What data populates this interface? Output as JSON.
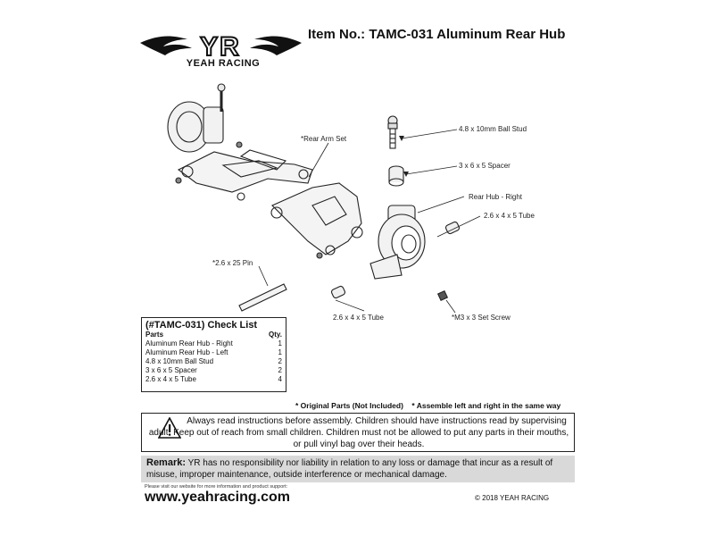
{
  "brand": {
    "logo_letters": "YR",
    "logo_text": "YEAH RACING"
  },
  "title": "Item No.: TAMC-031 Aluminum Rear Hub",
  "callouts": {
    "ball_stud": "4.8 x 10mm Ball Stud",
    "spacer": "3 x 6 x 5 Spacer",
    "rear_hub_right": "Rear Hub - Right",
    "tube_top": "2.6 x 4 x 5 Tube",
    "rear_arm_set": "*Rear Arm Set",
    "pin": "*2.6 x 25 Pin",
    "tube_bottom": "2.6 x 4 x 5 Tube",
    "set_screw": "*M3 x 3 Set Screw"
  },
  "checklist": {
    "title": "(#TAMC-031) Check List",
    "col_parts": "Parts",
    "col_qty": "Qty.",
    "rows": [
      {
        "part": "Aluminum Rear Hub - Right",
        "qty": "1"
      },
      {
        "part": "Aluminum Rear Hub - Left",
        "qty": "1"
      },
      {
        "part": "4.8  x 10mm Ball Stud",
        "qty": "2"
      },
      {
        "part": "3 x 6 x 5 Spacer",
        "qty": "2"
      },
      {
        "part": "2.6 x 4 x 5 Tube",
        "qty": "4"
      }
    ]
  },
  "notes": {
    "original_parts": "* Original Parts (Not Included)",
    "assemble": "* Assemble left and right in the same way"
  },
  "warning": {
    "text": "Always read instructions before assembly. Children should have instructions read by supervising adult. Keep out of reach from small children. Children must not be allowed to put any parts in their mouths, or pull vinyl bag over their heads."
  },
  "remark": {
    "label": "Remark:",
    "text": " YR has no responsibility nor liability in relation to any loss or damage that incur as a result of misuse, improper maintenance, outside interference or mechanical damage."
  },
  "footer": {
    "visit": "Please visit our website for more information and product support:",
    "website": "www.yeahracing.com",
    "copyright": "© 2018 YEAH RACING"
  }
}
